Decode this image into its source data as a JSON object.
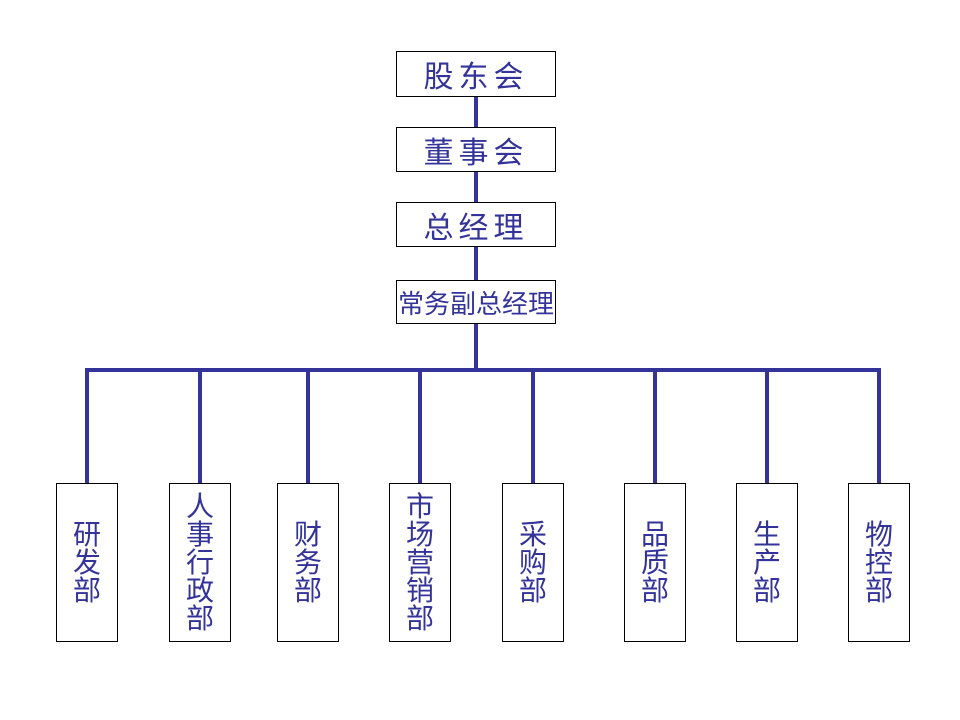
{
  "colors": {
    "accent": "#333399",
    "box_border": "#000000",
    "background": "#FFFFFF"
  },
  "org_chart": {
    "top_nodes": [
      {
        "label": "股东会"
      },
      {
        "label": "董事会"
      },
      {
        "label": "总经理"
      },
      {
        "label": "常务副总经理"
      }
    ],
    "department_nodes": [
      {
        "label": "研发部"
      },
      {
        "label": "人事行政部"
      },
      {
        "label": "财务部"
      },
      {
        "label": "市场营销部"
      },
      {
        "label": "采购部"
      },
      {
        "label": "品质部"
      },
      {
        "label": "生产部"
      },
      {
        "label": "物控部"
      }
    ]
  }
}
